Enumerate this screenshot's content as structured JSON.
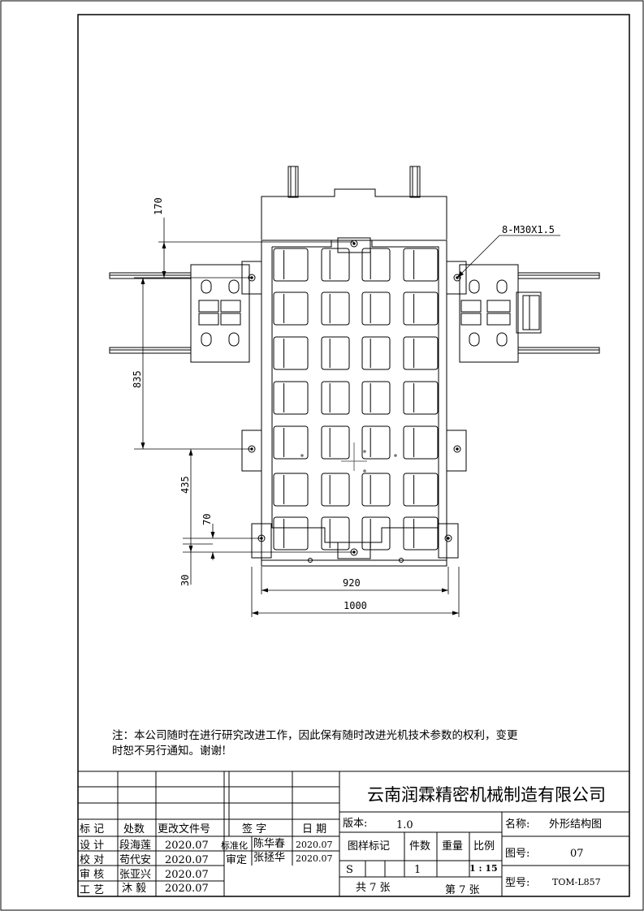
{
  "drawing": {
    "callout_thread": "8-M30X1.5",
    "dims": {
      "d170": "170",
      "d835": "835",
      "d435": "435",
      "d70": "70",
      "d30": "30",
      "d920": "920",
      "d1000": "1000"
    }
  },
  "note": {
    "line1": "注：本公司随时在进行研究改进工作，因此保有随时改进光机技术参数的权利，变更",
    "line2": "时恕不另行通知。谢谢!"
  },
  "title_block": {
    "company": "云南润霖精密机械制造有限公司",
    "version_label": "版本:",
    "version_value": "1.0",
    "name_label": "名称:",
    "name_value": "外形结构图",
    "drawing_no_label": "图号:",
    "drawing_no_value": "07",
    "model_label": "型号:",
    "model_value": "TOM-L857",
    "hdr_mark": "标 记",
    "hdr_count": "处数",
    "hdr_doc": "更改文件号",
    "hdr_sign": "签 字",
    "hdr_date": "日 期",
    "hdr_sample": "图样标记",
    "hdr_pieces": "件数",
    "hdr_weight": "重量",
    "hdr_scale": "比例",
    "sample_value": "S",
    "pieces_value": "1",
    "scale_value": "1 : 15",
    "total_sheets": "共 7 张",
    "sheet_no": "第 7 张",
    "rows": [
      {
        "role": "设 计",
        "name": "段海莲",
        "date": "2020.07"
      },
      {
        "role": "校 对",
        "name": "苟代安",
        "date": "2020.07"
      },
      {
        "role": "审 核",
        "name": "张亚兴",
        "date": "2020.07"
      },
      {
        "role": "工 艺",
        "name": "沐 毅",
        "date": "2020.07"
      }
    ],
    "std_label": "标准化",
    "std_name": "陈华春",
    "std_date": "2020.07",
    "approve_label": "审定",
    "approve_name": "张拯华",
    "approve_date": "2020.07"
  }
}
